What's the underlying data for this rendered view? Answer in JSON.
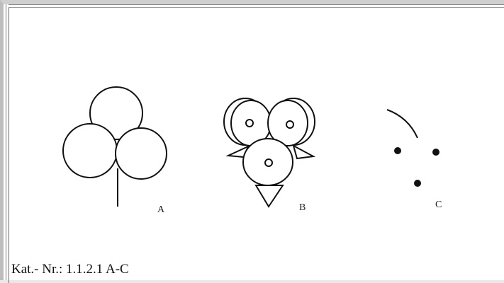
{
  "figures": {
    "a": {
      "label": "A"
    },
    "b": {
      "label": "B"
    },
    "c": {
      "label": "C"
    }
  },
  "caption": {
    "catalog_number": "Kat.- Nr.: 1.1.2.1 A-C"
  }
}
